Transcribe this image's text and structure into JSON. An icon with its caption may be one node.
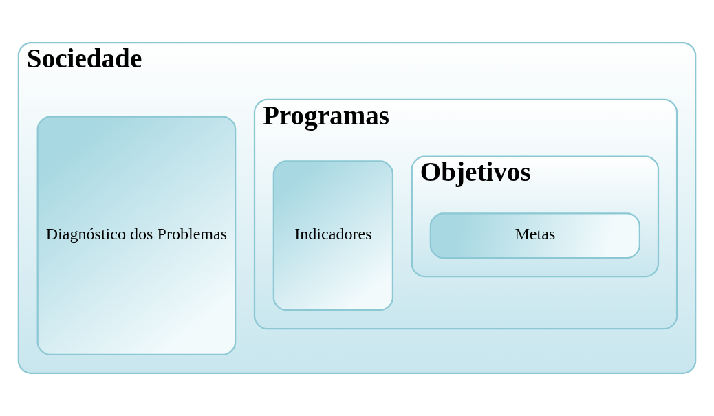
{
  "diagram": {
    "nodes": [
      {
        "text": [
          "Sociedade"
        ]
      },
      {
        "text": [
          "Diagnóstico dos Problemas"
        ],
        "in": 0
      },
      {
        "text": [
          "Programas"
        ],
        "in": 0
      },
      {
        "text": [
          "Indicadores"
        ],
        "in": 2
      },
      {
        "text": [
          "Objetivos"
        ],
        "in": 2
      },
      {
        "text": [
          "Metas"
        ],
        "in": 4
      }
    ]
  }
}
